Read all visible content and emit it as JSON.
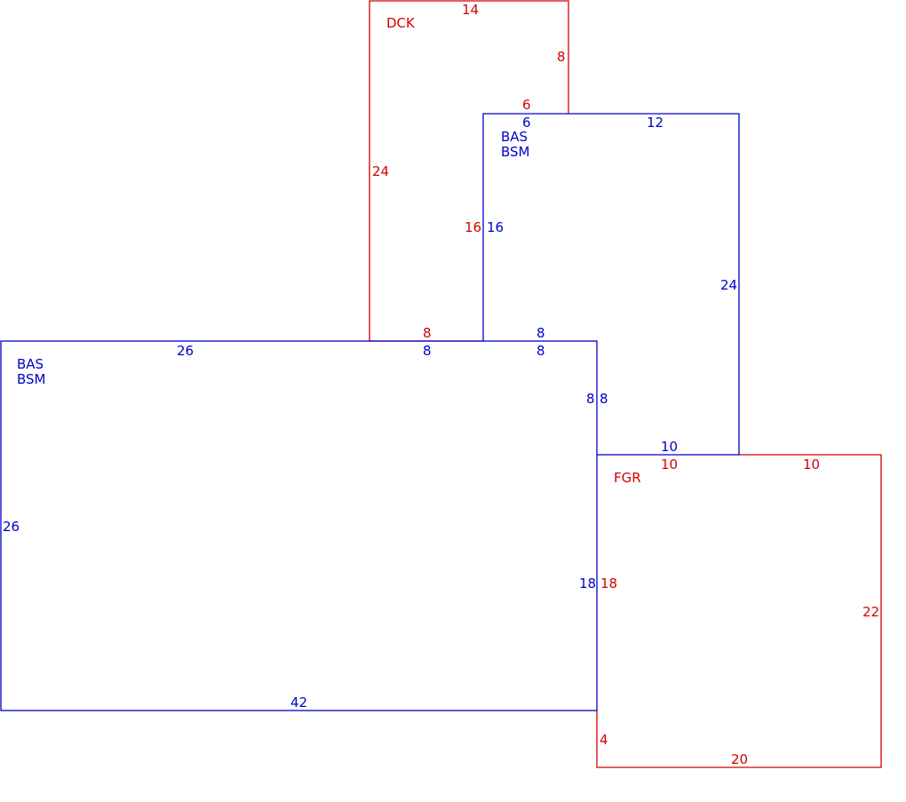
{
  "colors": {
    "additions": "#d40000",
    "base": "#0000c8"
  },
  "areas": {
    "dck": {
      "code": "DCK",
      "dims": {
        "top": "14",
        "right_upper": "8",
        "right_lower": "6",
        "left": "24",
        "inner_left": "16",
        "bottom": "8"
      }
    },
    "upper_bas": {
      "code_1": "BAS",
      "code_2": "BSM",
      "dims": {
        "top_left": "6",
        "top_right": "12",
        "left": "16",
        "right": "24",
        "bottom_right": "10",
        "inner_bottom": "8",
        "inner_right": "8"
      }
    },
    "main_bas": {
      "code_1": "BAS",
      "code_2": "BSM",
      "dims": {
        "top_left": "26",
        "top_mid": "8",
        "top_right": "8",
        "right_upper": "8",
        "left": "26",
        "right_lower": "18",
        "bottom": "42"
      }
    },
    "fgr": {
      "code": "FGR",
      "dims": {
        "top_left": "10",
        "top_right": "10",
        "right": "22",
        "left": "18",
        "left_lower": "4",
        "bottom": "20"
      }
    }
  }
}
